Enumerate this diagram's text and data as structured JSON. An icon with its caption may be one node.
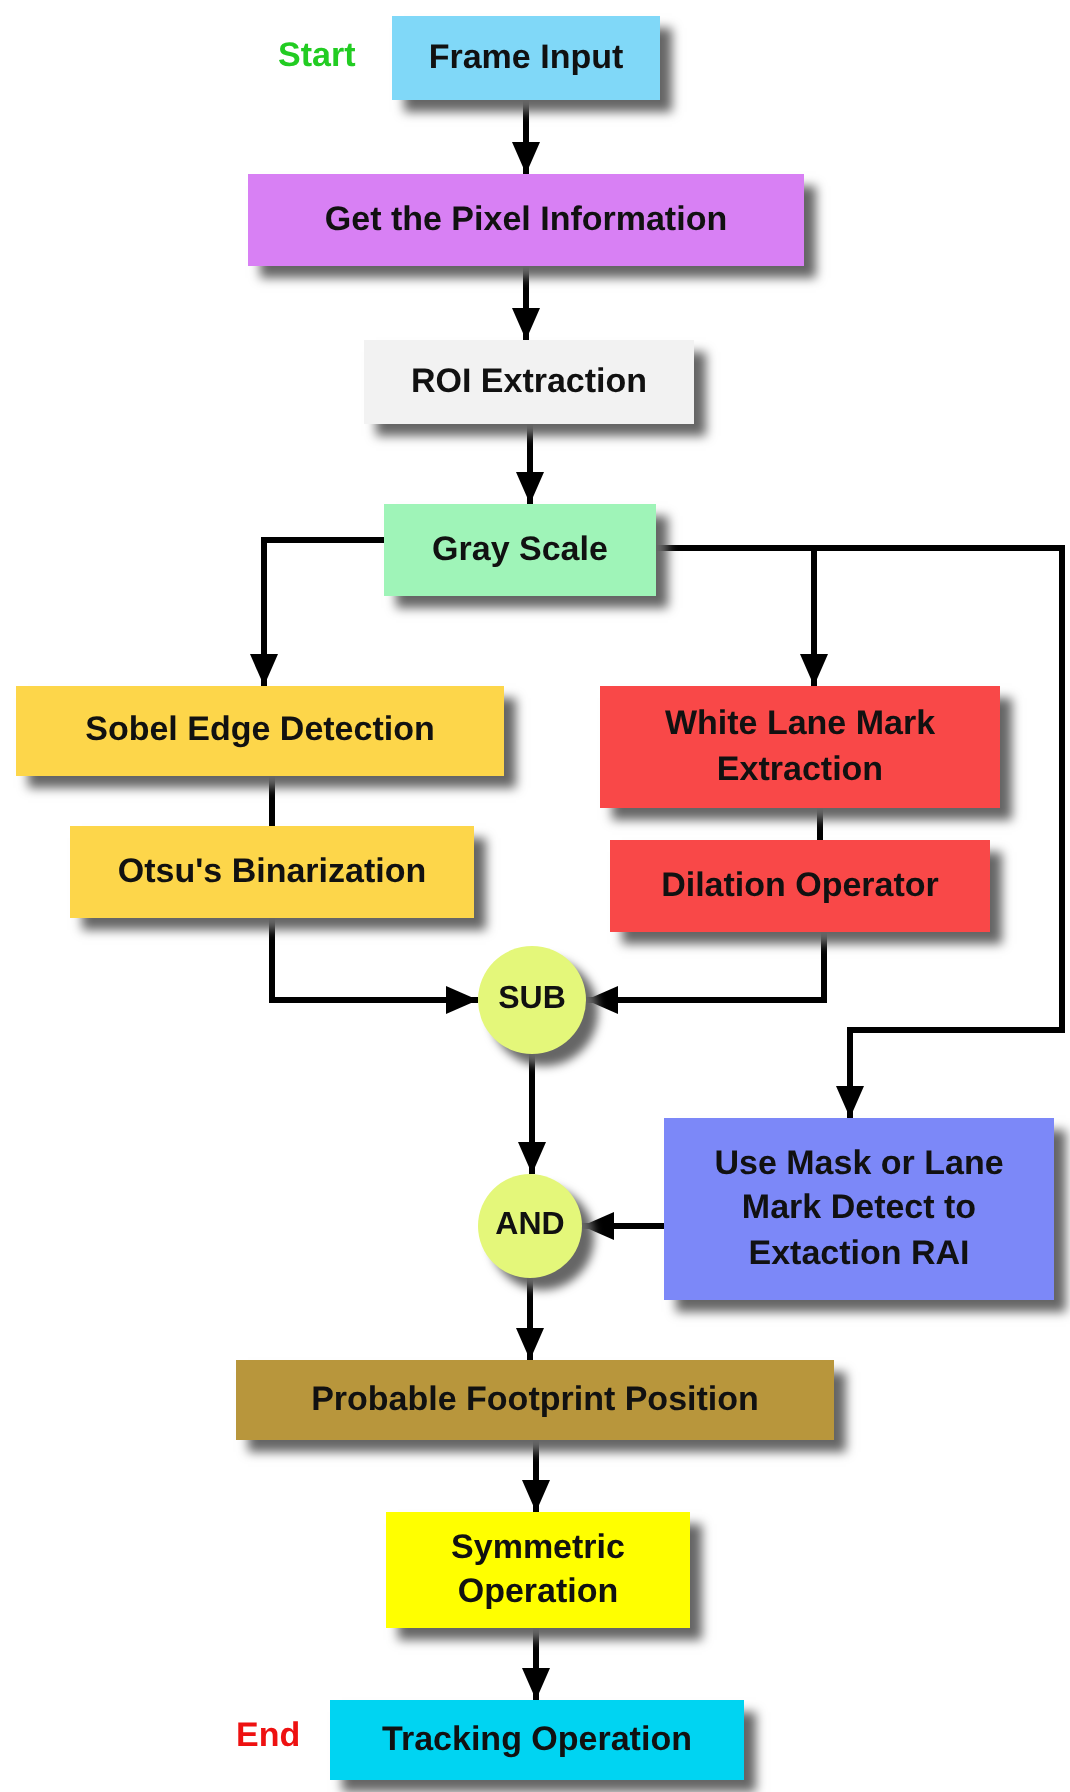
{
  "diagram": {
    "nodes": [
      {
        "text": [
          "Frame Input"
        ],
        "beside": [
          "Start"
        ]
      },
      {
        "text": [
          "Get the Pixel Information"
        ]
      },
      {
        "text": [
          "ROI Extraction"
        ]
      },
      {
        "text": [
          "Gray Scale"
        ]
      },
      {
        "text": [
          "Sobel Edge Detection"
        ]
      },
      {
        "text": [
          "White Lane Mark Extraction"
        ]
      },
      {
        "text": [
          "Otsu's Binarization"
        ]
      },
      {
        "text": [
          "Dilation Operator"
        ]
      },
      {
        "text": [
          "SUB"
        ]
      },
      {
        "text": [
          "Use Mask or Lane Mark Detect to Extaction RAI"
        ]
      },
      {
        "text": [
          "AND"
        ]
      },
      {
        "text": [
          "Probable Footprint Position"
        ]
      },
      {
        "text": [
          "Symmetric Operation"
        ]
      },
      {
        "text": [
          "Tracking Operation"
        ],
        "beside": [
          "End"
        ]
      }
    ],
    "edges": [
      {
        "from": 0,
        "to": 1,
        "arrow": "to"
      },
      {
        "from": 1,
        "to": 2,
        "arrow": "to"
      },
      {
        "from": 2,
        "to": 3,
        "arrow": "to"
      },
      {
        "from": 3,
        "to": 4,
        "arrow": "to"
      },
      {
        "from": 3,
        "to": 5,
        "arrow": "to"
      },
      {
        "from": 3,
        "to": 9,
        "arrow": "to"
      },
      {
        "from": 4,
        "to": 6,
        "arrow": "none"
      },
      {
        "from": 5,
        "to": 7,
        "arrow": "none"
      },
      {
        "from": 6,
        "to": 8,
        "arrow": "to"
      },
      {
        "from": 7,
        "to": 8,
        "arrow": "to"
      },
      {
        "from": 8,
        "to": 10,
        "arrow": "to"
      },
      {
        "from": 9,
        "to": 10,
        "arrow": "to"
      },
      {
        "from": 10,
        "to": 11,
        "arrow": "to"
      },
      {
        "from": 11,
        "to": 12,
        "arrow": "to"
      },
      {
        "from": 12,
        "to": 13,
        "arrow": "to"
      }
    ]
  }
}
